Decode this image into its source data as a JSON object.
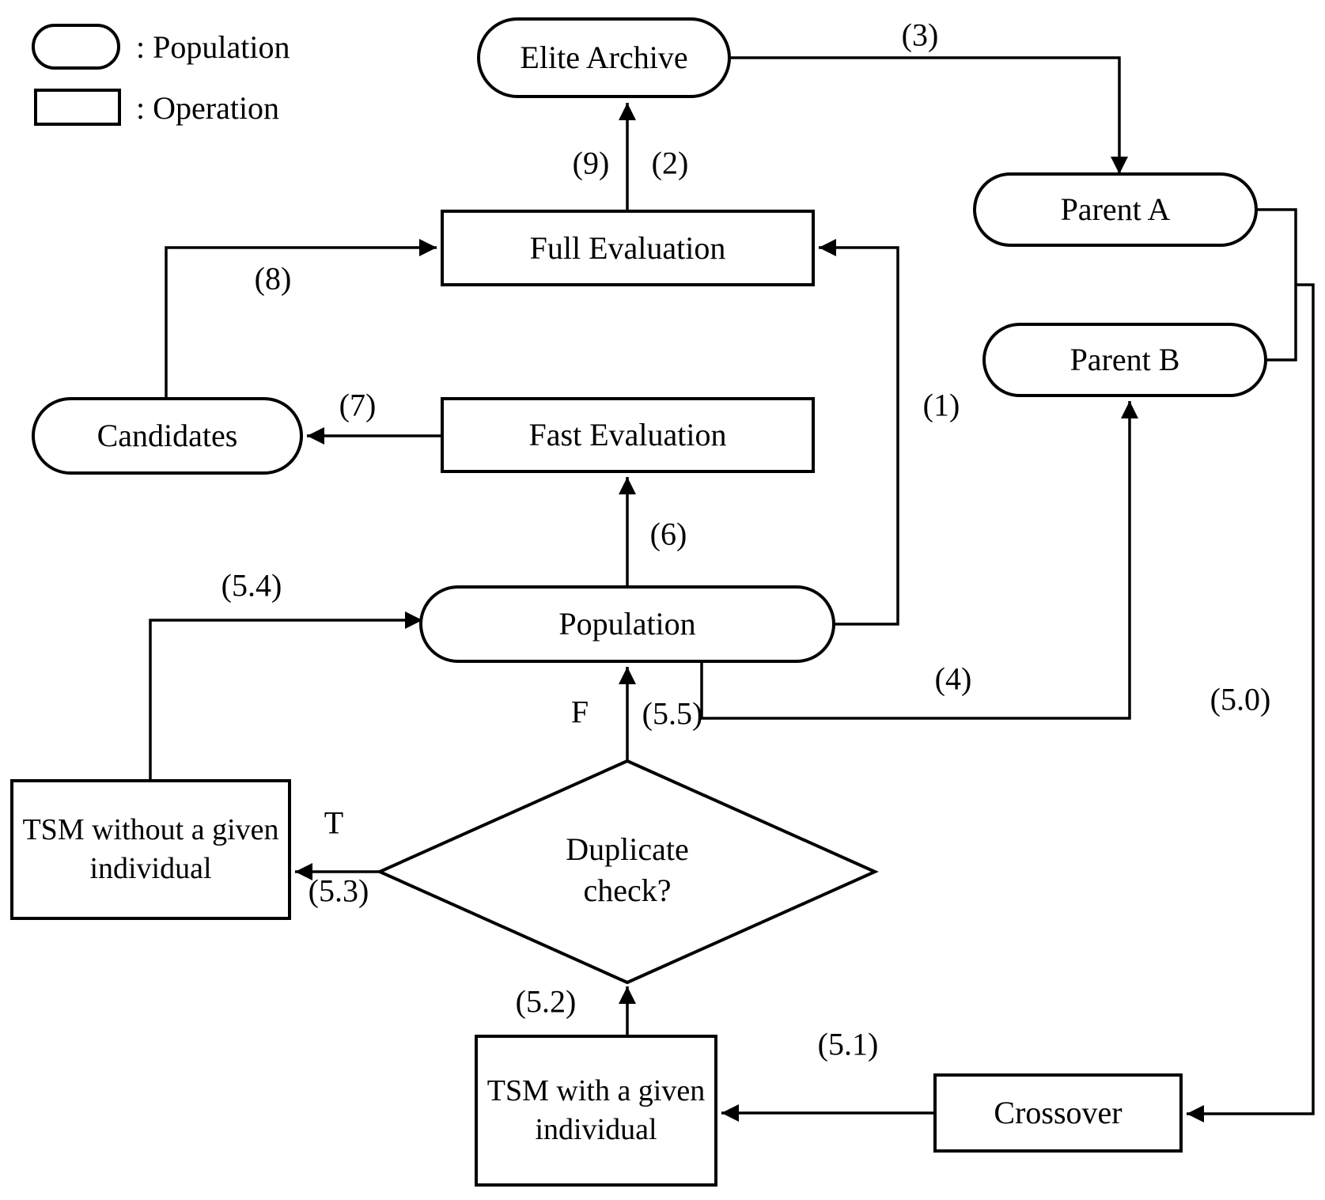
{
  "legend": {
    "population_label": ": Population",
    "operation_label": ": Operation"
  },
  "nodes": {
    "elite_archive": "Elite Archive",
    "parent_a": "Parent A",
    "parent_b": "Parent B",
    "full_evaluation": "Full Evaluation",
    "fast_evaluation": "Fast Evaluation",
    "candidates": "Candidates",
    "population": "Population",
    "duplicate_check": "Duplicate\ncheck?",
    "tsm_without": "TSM  without a given\nindividual",
    "tsm_with": "TSM  with a given\nindividual",
    "crossover": "Crossover"
  },
  "edge_labels": {
    "e1": "(1)",
    "e2": "(2)",
    "e3": "(3)",
    "e4": "(4)",
    "e5_0": "(5.0)",
    "e5_1": "(5.1)",
    "e5_2": "(5.2)",
    "e5_3": "(5.3)",
    "e5_4": "(5.4)",
    "e5_5": "(5.5)",
    "e6": "(6)",
    "e7": "(7)",
    "e8": "(8)",
    "e9": "(9)",
    "true_branch": "T",
    "false_branch": "F"
  },
  "colors": {
    "stroke": "#000000",
    "background": "#ffffff"
  }
}
